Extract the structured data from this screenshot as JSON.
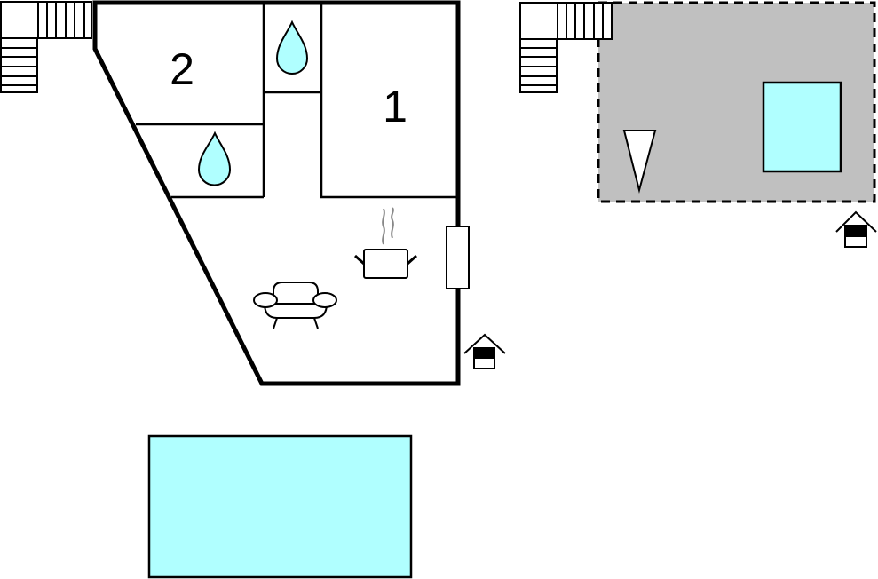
{
  "floorplan": {
    "rooms": [
      {
        "label": "2",
        "type": "bedroom"
      },
      {
        "label": "1",
        "type": "bedroom"
      }
    ],
    "icons": [
      "bathroom-drop-icon",
      "kitchen-pot-icon",
      "sofa-icon",
      "entrance-icon",
      "stairs-icon",
      "pool-icon",
      "tree-icon"
    ]
  },
  "colors": {
    "water": "#b0ffff",
    "terrace": "#c0c0c0",
    "wall": "#000000"
  }
}
